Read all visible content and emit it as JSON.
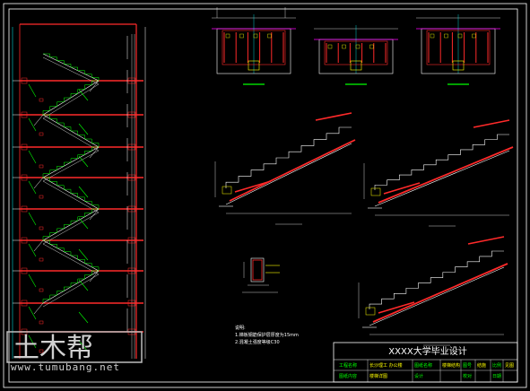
{
  "title_block": {
    "title": "XXXX大学毕业设计",
    "row1": [
      "工程名称",
      "长沙理工 办公楼",
      "图纸名称",
      "楼梯结构",
      "图号",
      "结施",
      "比例",
      "见图"
    ],
    "row2": [
      "图纸内容",
      "楼梯详图",
      "设计",
      "",
      "校对",
      "",
      "日期",
      ""
    ]
  },
  "notes": {
    "heading": "说明:",
    "line1": "1.梯板钢筋保护层厚度为15mm",
    "line2": "2.混凝土强度等级C30"
  },
  "watermark": {
    "logo_text": "土木帮",
    "url": "www.tumubang.net"
  },
  "colors": {
    "background": "#000000",
    "frame": "#ffffff",
    "stair": "#ffffff",
    "rebar": "#ff2a2a",
    "dimension": "#00ff00",
    "axis": "#ff00ff",
    "wall": "#ffff00",
    "cyan": "#00ffff",
    "blue": "#4466ff"
  }
}
